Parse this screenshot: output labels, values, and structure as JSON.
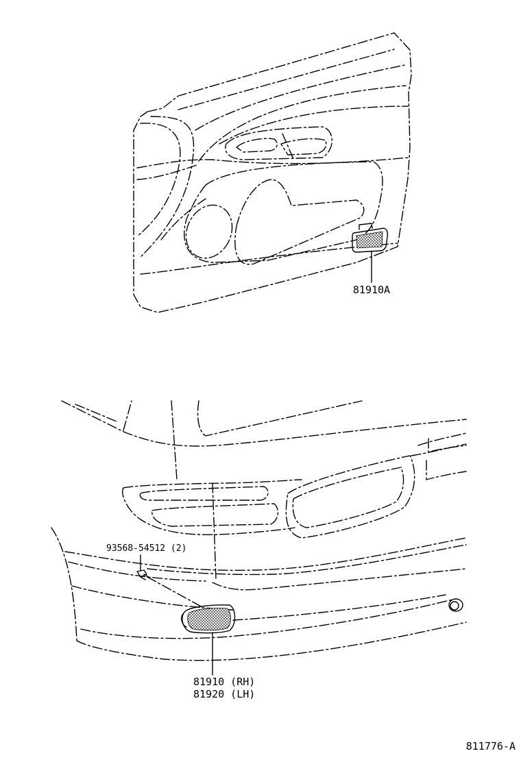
{
  "callouts": {
    "upper_part": "81910A",
    "screw_part": "93568-54512 (2)",
    "lower_part_rh": "81910 (RH)",
    "lower_part_lh": "81920 (LH)",
    "figure_code": "811776-A"
  }
}
